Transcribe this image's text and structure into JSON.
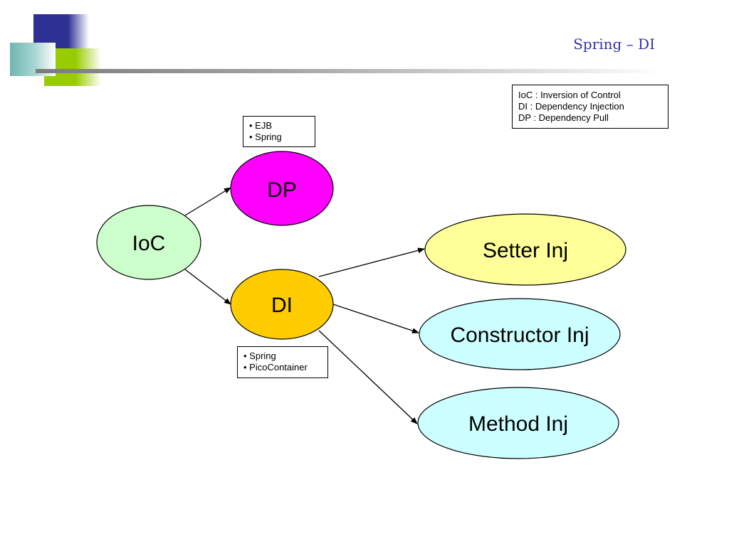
{
  "slide": {
    "title": "Spring – DI"
  },
  "legend": {
    "lines": [
      "IoC : Inversion of Control",
      "DI : Dependency Injection",
      "DP : Dependency Pull"
    ]
  },
  "notes": {
    "dp": [
      "• EJB",
      "• Spring"
    ],
    "di": [
      "• Spring",
      "• PicoContainer"
    ]
  },
  "nodes": {
    "ioc": {
      "label": "IoC",
      "color": "#ccffcc"
    },
    "dp": {
      "label": "DP",
      "color": "#ff00ff"
    },
    "di": {
      "label": "DI",
      "color": "#ffcc00"
    },
    "setter": {
      "label": "Setter Inj",
      "color": "#ffff99"
    },
    "constructor": {
      "label": "Constructor Inj",
      "color": "#ccffff"
    },
    "method": {
      "label": "Method Inj",
      "color": "#ccffff"
    }
  },
  "edges": [
    {
      "from": "IoC",
      "to": "DP"
    },
    {
      "from": "IoC",
      "to": "DI"
    },
    {
      "from": "DI",
      "to": "Setter Inj"
    },
    {
      "from": "DI",
      "to": "Constructor Inj"
    },
    {
      "from": "DI",
      "to": "Method Inj"
    }
  ]
}
